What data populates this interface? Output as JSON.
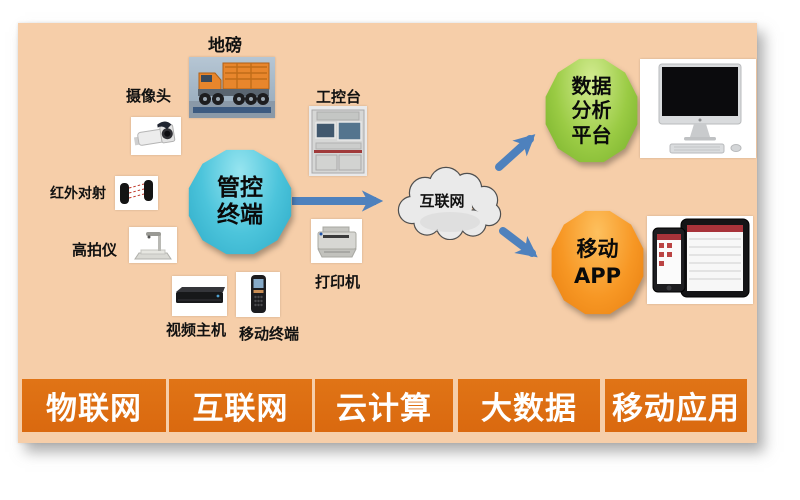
{
  "panel": {
    "background": "#F6CEA9"
  },
  "devices": [
    {
      "id": "weighbridge",
      "label": "地磅"
    },
    {
      "id": "cctv-camera",
      "label": "摄像头"
    },
    {
      "id": "control-console",
      "label": "工控台"
    },
    {
      "id": "infrared-beam",
      "label": "红外对射"
    },
    {
      "id": "doc-scanner",
      "label": "高拍仪"
    },
    {
      "id": "video-host",
      "label": "视频主机"
    },
    {
      "id": "mobile-terminal",
      "label": "移动终端"
    },
    {
      "id": "printer",
      "label": "打印机"
    }
  ],
  "nodes": {
    "control_terminal": {
      "line1": "管控",
      "line2": "终端",
      "color": "#3EC1D9"
    },
    "internet_cloud": {
      "label": "互联网",
      "fill": "#EAEAEA"
    },
    "data_platform": {
      "line1": "数据",
      "line2": "分析",
      "line3": "平台",
      "color": "#8DC63F"
    },
    "mobile_app": {
      "line1": "移动",
      "line2": "APP",
      "color": "#F7941E"
    }
  },
  "arrows": {
    "color": "#4E81BD"
  },
  "footer": {
    "button_color": "#DD6C12",
    "items": [
      {
        "label": "物联网"
      },
      {
        "label": "互联网"
      },
      {
        "label": "云计算"
      },
      {
        "label": "大数据"
      },
      {
        "label": "移动应用"
      }
    ]
  }
}
